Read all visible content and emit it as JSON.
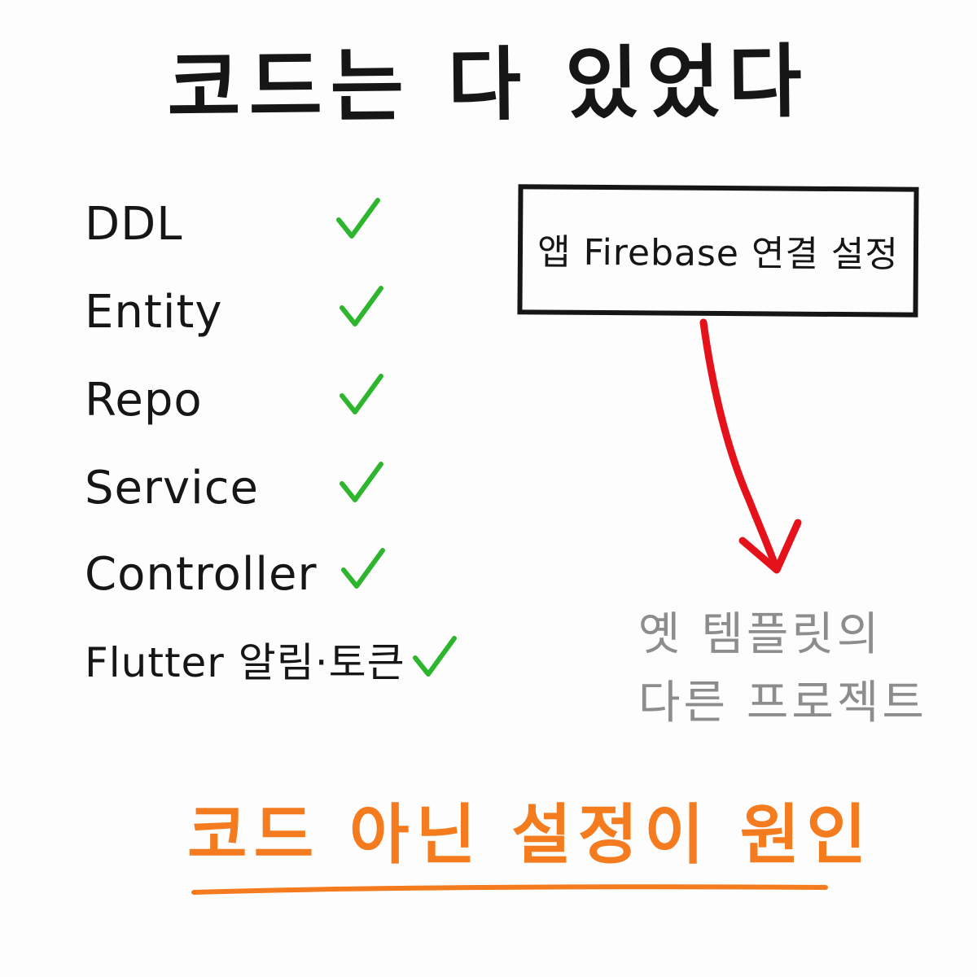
{
  "title": "코드는 다 있었다",
  "checklist": [
    {
      "label": "DDL",
      "checked": true
    },
    {
      "label": "Entity",
      "checked": true
    },
    {
      "label": "Repo",
      "checked": true
    },
    {
      "label": "Service",
      "checked": true
    },
    {
      "label": "Controller",
      "checked": true
    },
    {
      "label": "Flutter 알림·토큰",
      "checked": true
    }
  ],
  "box": {
    "label": "앱 Firebase 연결 설정"
  },
  "note": {
    "lines": [
      "옛 템플릿의",
      "다른 프로젝트"
    ]
  },
  "conclusion": "코드 아닌 설정이 원인",
  "colors": {
    "ink": "#161616",
    "check": "#2db52d",
    "arrow": "#e5121b",
    "note": "#8d8d8d",
    "conclusion": "#f57b1f"
  }
}
